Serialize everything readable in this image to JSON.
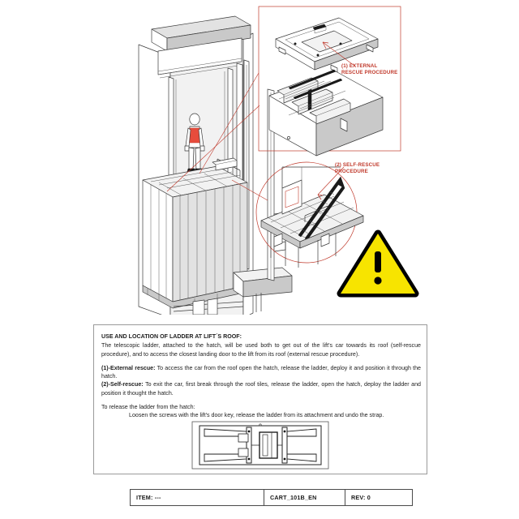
{
  "document": {
    "sheet_title": "USE AND LOCATION OF LADDER AT LIFT´S ROOF:"
  },
  "illustration": {
    "callouts": [
      {
        "id": "external",
        "text": "(1) EXTERNAL\nRESCUE PROCEDURE",
        "color": "#c0392b"
      },
      {
        "id": "self",
        "text": "(2) SELF-RESCUE\nPROCEDURE",
        "color": "#c0392b"
      }
    ],
    "warning_icon": {
      "name": "warning-triangle-icon",
      "fill": "#f7e400",
      "stroke": "#000000"
    },
    "accent_color": "#c0392b",
    "line_color": "#3a3a3a"
  },
  "instructions": {
    "heading": "USE AND LOCATION OF LADDER AT LIFT´S ROOF:",
    "intro": "The telescopic ladder, attached to the hatch, will be used both to get out of the lift's car towards its roof (self-rescue procedure), and to access the closest landing door to the lift from its roof (external rescue procedure).",
    "items": [
      {
        "lead": "(1)-External rescue:",
        "body": " To access the car from the roof open the hatch, release the ladder, deploy it and position it through the hatch."
      },
      {
        "lead": "(2)-Self-rescue:",
        "body": " To exit the car, first break through the roof tiles, release the ladder, open the hatch, deploy the ladder and position it thought the hatch."
      }
    ],
    "release_heading": "To release the ladder from the hatch:",
    "release_body": "Loosen the screws with the lift's door key, release the ladder from its attachment and undo the strap."
  },
  "footer": {
    "item_label": "ITEM: ---",
    "drawing_code": "CART_101B_EN",
    "revision": "REV: 0"
  }
}
